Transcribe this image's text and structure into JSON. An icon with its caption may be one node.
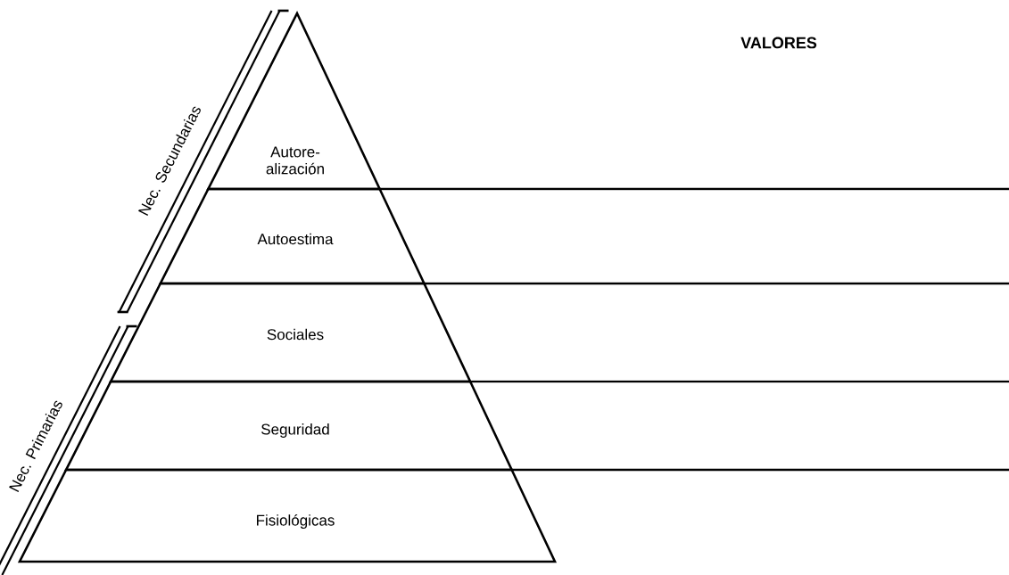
{
  "diagram": {
    "nodes": [
      {
        "text": [
          "Autore- alización"
        ]
      },
      {
        "text": [
          "Autoestima"
        ]
      },
      {
        "text": [
          "Sociales"
        ]
      },
      {
        "text": [
          "Seguridad"
        ]
      },
      {
        "text": [
          "Fisiológicas"
        ]
      }
    ],
    "labels": [
      "VALORES",
      "Nec. Secundarias",
      "Nec. Primarias"
    ]
  }
}
